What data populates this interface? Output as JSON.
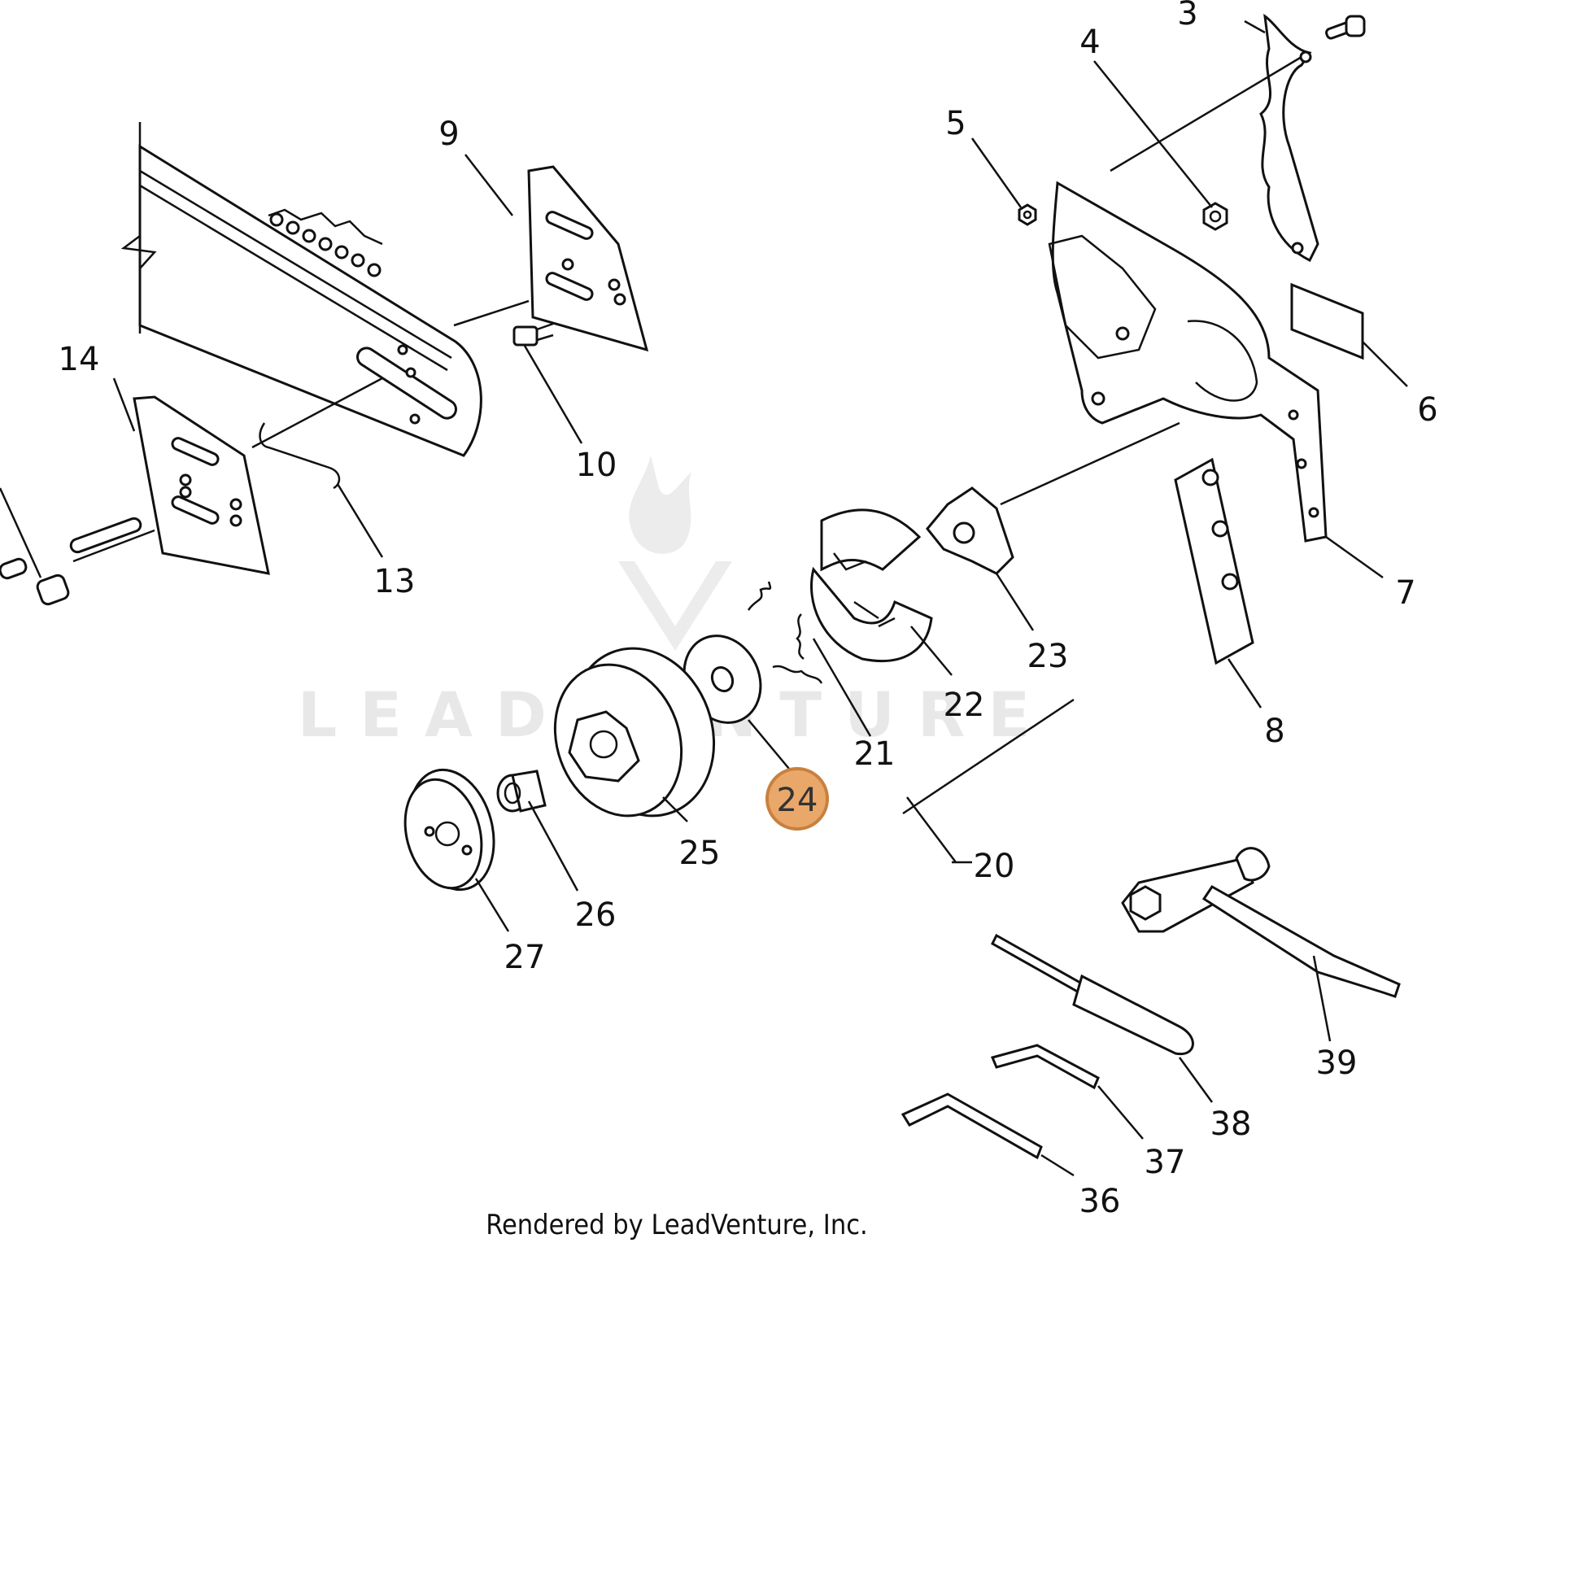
{
  "callouts": [
    {
      "id": "c3",
      "text": "3"
    },
    {
      "id": "c4",
      "text": "4"
    },
    {
      "id": "c5",
      "text": "5"
    },
    {
      "id": "c6",
      "text": "6"
    },
    {
      "id": "c7",
      "text": "7"
    },
    {
      "id": "c8",
      "text": "8"
    },
    {
      "id": "c9",
      "text": "9"
    },
    {
      "id": "c10",
      "text": "10"
    },
    {
      "id": "c13",
      "text": "13"
    },
    {
      "id": "c14",
      "text": "14"
    },
    {
      "id": "c20",
      "text": "20"
    },
    {
      "id": "c21",
      "text": "21"
    },
    {
      "id": "c22",
      "text": "22"
    },
    {
      "id": "c23",
      "text": "23"
    },
    {
      "id": "c24",
      "text": "24",
      "highlighted": true
    },
    {
      "id": "c25",
      "text": "25"
    },
    {
      "id": "c26",
      "text": "26"
    },
    {
      "id": "c27",
      "text": "27"
    },
    {
      "id": "c36",
      "text": "36"
    },
    {
      "id": "c37",
      "text": "37"
    },
    {
      "id": "c38",
      "text": "38"
    },
    {
      "id": "c39",
      "text": "39"
    }
  ],
  "watermark": "LEADVENTURE",
  "credit": "Rendered by LeadVenture, Inc.",
  "colors": {
    "highlight_fill": "#e9a86a",
    "highlight_stroke": "#c9803e",
    "line": "#111111",
    "watermark": "#e8e8e8"
  }
}
